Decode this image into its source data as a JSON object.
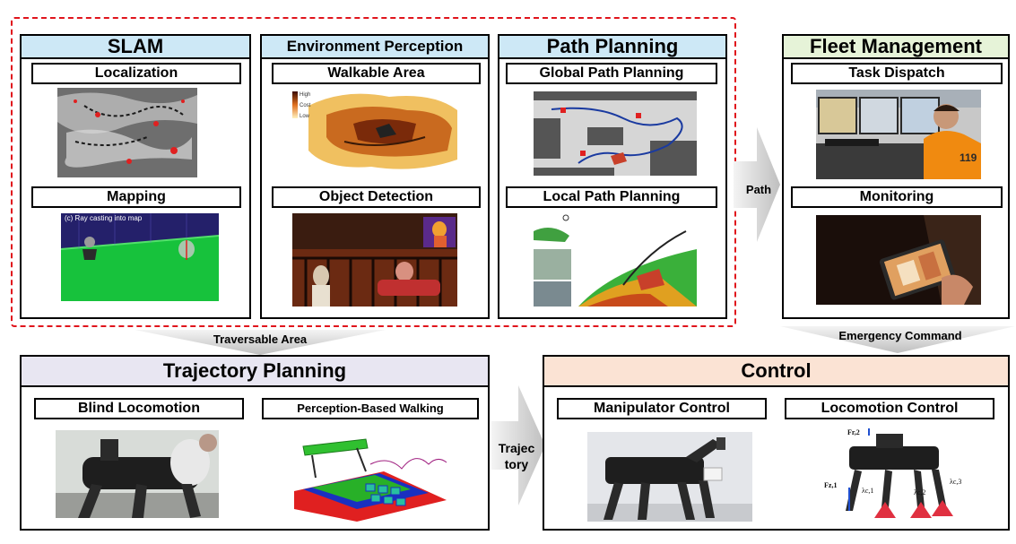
{
  "panels": {
    "slam": {
      "title": "SLAM",
      "items": [
        "Localization",
        "Mapping"
      ],
      "map_caption": "(c) Ray casting into map"
    },
    "perception": {
      "title": "Environment Perception",
      "items": [
        "Walkable Area",
        "Object Detection"
      ],
      "legend": {
        "high": "High",
        "cost": "Cost",
        "low": "Low"
      }
    },
    "planning": {
      "title": "Path Planning",
      "items": [
        "Global Path Planning",
        "Local Path Planning"
      ]
    },
    "fleet": {
      "title": "Fleet Management",
      "items": [
        "Task Dispatch",
        "Monitoring"
      ],
      "uniform_text": "119"
    },
    "trajectory": {
      "title": "Trajectory Planning",
      "items": [
        "Blind Locomotion",
        "Perception-Based Walking"
      ]
    },
    "control": {
      "title": "Control",
      "items": [
        "Manipulator Control",
        "Locomotion Control"
      ],
      "force_labels": [
        "Fr,2",
        "Fz,1",
        "λc,1",
        "λc,2",
        "λc,3"
      ]
    }
  },
  "arrows": {
    "path": "Path",
    "traversable": "Traversable Area",
    "emergency": "Emergency Command",
    "trajectory": [
      "Trajec",
      "tory"
    ]
  },
  "colors": {
    "frame": "#e0141c",
    "slam_header": "#cde8f6",
    "fleet_header": "#e6f3d8",
    "traj_header": "#e8e6f2",
    "control_header": "#fbe3d4"
  }
}
